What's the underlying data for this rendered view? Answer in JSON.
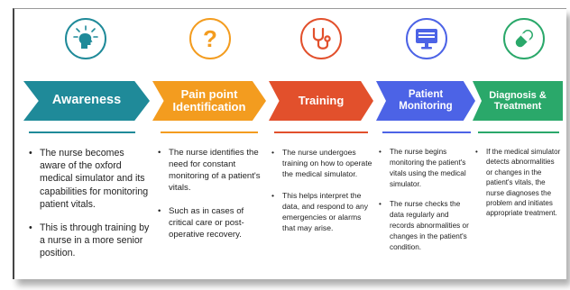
{
  "stages": [
    {
      "title": "Awareness",
      "color": "#1f8a99",
      "icon": "head-with-arrows-icon",
      "bullets": [
        "The nurse becomes aware of the oxford medical simulator and its capabilities for monitoring patient vitals.",
        "This is through training by a nurse in a more senior position."
      ]
    },
    {
      "title_line1": "Pain point",
      "title_line2": "Identification",
      "color": "#f39c1f",
      "icon": "question-mark-icon",
      "bullets": [
        "The nurse identifies the need for constant monitoring of a patient's vitals.",
        "Such as in cases of critical care or post-operative recovery."
      ]
    },
    {
      "title": "Training",
      "color": "#e2502c",
      "icon": "stethoscope-icon",
      "bullets": [
        "The nurse undergoes training on how to operate the medical simulator.",
        "This helps interpret the data, and respond to any emergencies or alarms that may arise."
      ]
    },
    {
      "title_line1": "Patient",
      "title_line2": "Monitoring",
      "color": "#4c63e6",
      "icon": "monitor-icon",
      "bullets": [
        "The nurse begins monitoring the patient's vitals using the medical simulator.",
        "The nurse checks the data regularly and records abnormalities or changes in the patient's condition."
      ]
    },
    {
      "title_line1": "Diagnosis &",
      "title_line2": "Treatment",
      "color": "#2aa86a",
      "icon": "pill-icon",
      "bullets": [
        "If the medical simulator detects abnormalities or changes in the patient's vitals, the nurse diagnoses the problem and initiates appropriate treatment."
      ]
    }
  ]
}
